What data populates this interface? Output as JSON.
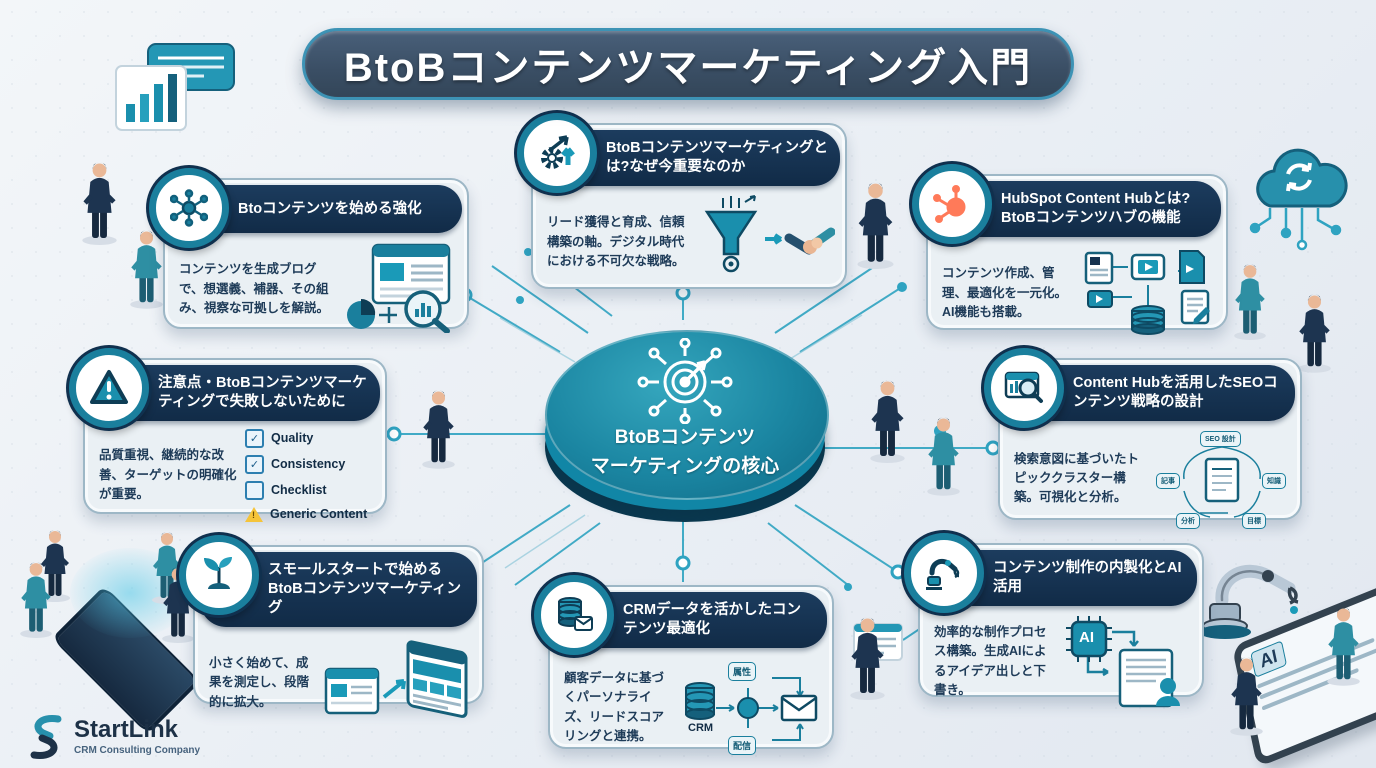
{
  "title": "BtoBコンテンツマーケティング入門",
  "hub": {
    "line1": "BtoBコンテンツ",
    "line2": "マーケティングの核心",
    "icon": "target-network-icon"
  },
  "cards": [
    {
      "id": "getting-started",
      "icon": "network-icon",
      "title": "Btoコンテンツを始める強化",
      "body": "コンテンツを生成ブログで、想選義、補器、その組み、視察な可拠しを解説。"
    },
    {
      "id": "why-important",
      "icon": "gear-growth-icon",
      "title": "BtoBコンテンツマーケティングとは?なぜ今重要なのか",
      "body": "リード獲得と育成、信頼構築の軸。デジタル時代における不可欠な戦略。"
    },
    {
      "id": "hubspot-content-hub",
      "icon": "hubspot-icon",
      "title": "HubSpot Content Hubとは?BtoBコンテンツハブの機能",
      "body": "コンテンツ作成、管理、最適化を一元化。AI機能も搭載。"
    },
    {
      "id": "cautions",
      "icon": "warning-icon",
      "title": "注意点・BtoBコンテンツマーケティングで失敗しないために",
      "body": "品質重視、継続的な改善、ターゲットの明確化が重要。",
      "checklist": [
        {
          "label": "Quality",
          "state": "checked"
        },
        {
          "label": "Consistency",
          "state": "checked"
        },
        {
          "label": "Checklist",
          "state": "unchecked"
        },
        {
          "label": "Generic Content",
          "state": "warning"
        }
      ]
    },
    {
      "id": "seo-strategy",
      "icon": "search-browser-icon",
      "title": "Content Hubを活用したSEOコンテンツ戦略の設計",
      "body": "検索意図に基づいたトピッククラスター構築。可視化と分析。",
      "cluster_labels": [
        "SEO 設計",
        "記事",
        "知識",
        "分析",
        "目標"
      ]
    },
    {
      "id": "small-start",
      "icon": "seedling-icon",
      "title": "スモールスタートで始めるBtoBコンテンツマーケティング",
      "body": "小さく始めて、成果を測定し、段階的に拡大。"
    },
    {
      "id": "crm-optimization",
      "icon": "database-mail-icon",
      "title": "CRMデータを活かしたコンテンツ最適化",
      "body": "顧客データに基づくパーソナライズ、リードスコアリングと連携。",
      "diagram": {
        "db": "CRM",
        "top": "属性",
        "bottom": "配信"
      }
    },
    {
      "id": "ai-inhouse",
      "icon": "robot-arm-icon",
      "title": "コンテンツ制作の内製化とAI活用",
      "body": "効率的な制作プロセス構築。生成AIによるアイデア出しと下書き。",
      "chip_label": "AI"
    }
  ],
  "decorations": {
    "ai_tablet_label": "AI"
  },
  "footer": {
    "brand": "StartLink",
    "tagline": "CRM Consulting Company"
  },
  "colors": {
    "accent_teal": "#1a7f9d",
    "navy": "#112b47",
    "hubspot_orange": "#ff7a59",
    "warning_yellow": "#f5c43a"
  }
}
